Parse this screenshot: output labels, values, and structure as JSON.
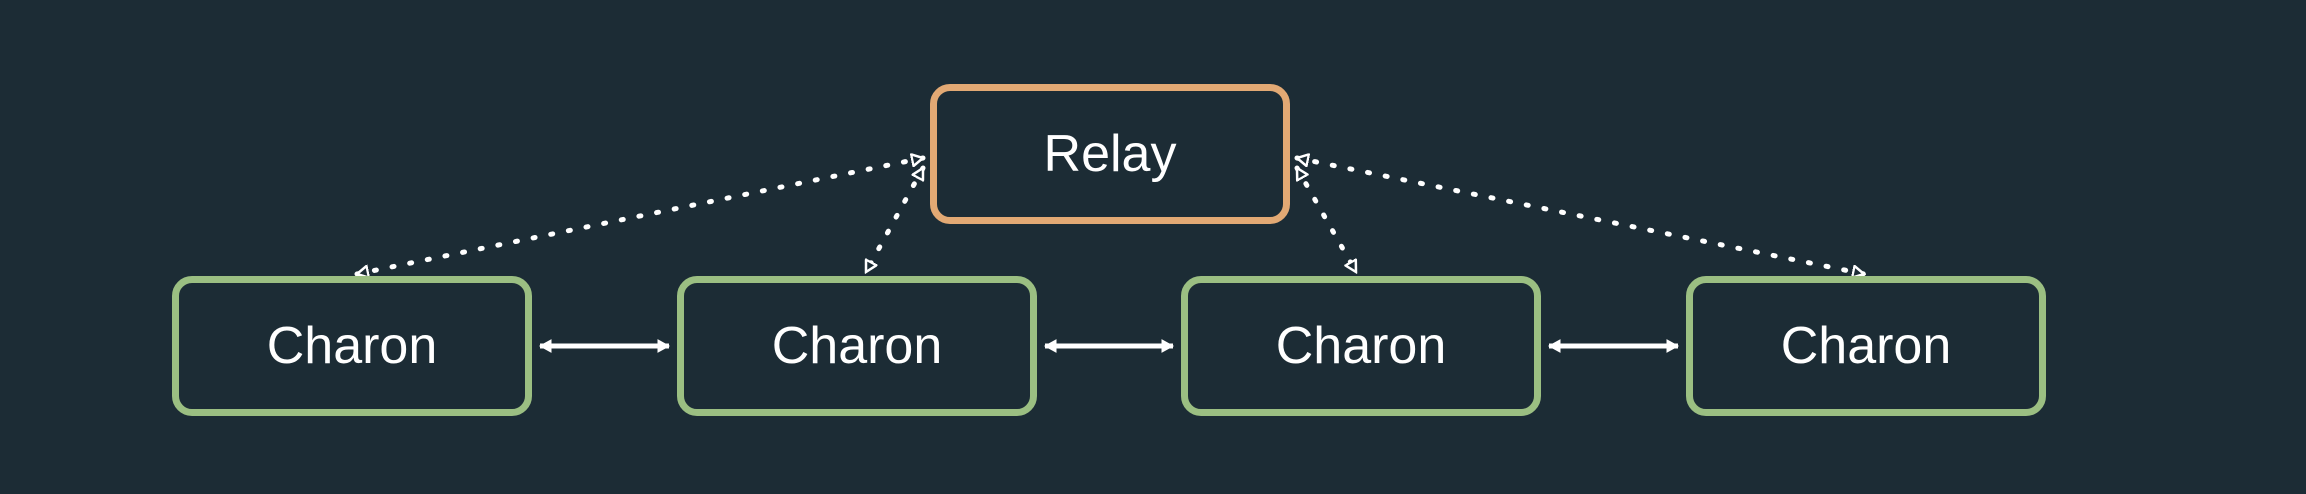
{
  "nodes": {
    "relay": {
      "label": "Relay",
      "border_color": "#e2a974"
    },
    "charons": [
      {
        "label": "Charon"
      },
      {
        "label": "Charon"
      },
      {
        "label": "Charon"
      },
      {
        "label": "Charon"
      }
    ],
    "charon_border_color": "#9bbf82"
  },
  "edges": {
    "relay_links": {
      "style": "dotted",
      "direction": "bidirectional",
      "from": "relay",
      "to": [
        "charon-1",
        "charon-2",
        "charon-3",
        "charon-4"
      ]
    },
    "peer_links": {
      "style": "solid",
      "direction": "bidirectional",
      "pairs": [
        [
          "charon-1",
          "charon-2"
        ],
        [
          "charon-2",
          "charon-3"
        ],
        [
          "charon-3",
          "charon-4"
        ]
      ]
    }
  },
  "colors": {
    "background": "#1c2c35",
    "edge": "#ffffff",
    "text": "#ffffff"
  }
}
